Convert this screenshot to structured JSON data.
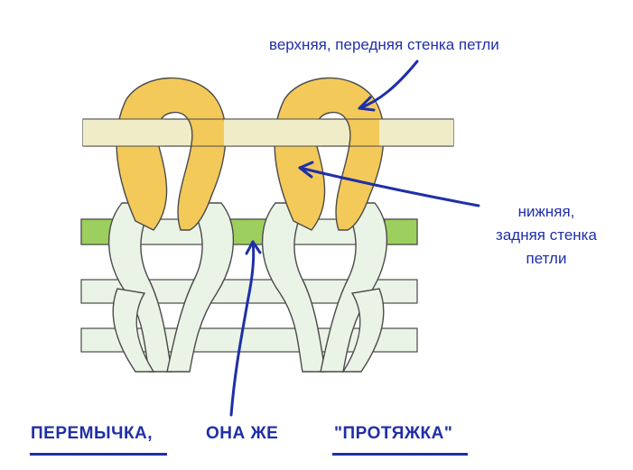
{
  "labels": {
    "top": "верхняя, передняя стенка петли",
    "right_line1": "нижняя,",
    "right_line2": "задняя стенка",
    "right_line3": "петли",
    "bottom_left": "ПЕРЕМЫЧКА,",
    "bottom_middle": "ОНА ЖЕ",
    "bottom_right": "\"ПРОТЯЖКА\""
  },
  "colors": {
    "annotation": "#1f2fa8",
    "loop_yellow": "#f3c95a",
    "stitch_pale": "#e9f3e6",
    "bar_green": "#9ccf5e",
    "needle": "#f1ecc8",
    "outline": "#4a4a4a"
  }
}
